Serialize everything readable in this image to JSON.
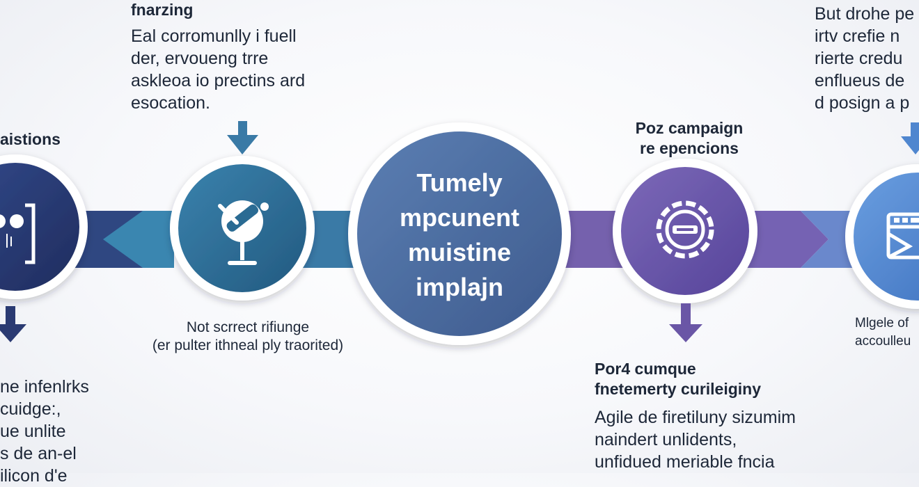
{
  "colors": {
    "navy": "#2a3a72",
    "steel_blue": "#2f6e95",
    "center_blue": "#4a6a9c",
    "purple": "#6a56a6",
    "sky_blue": "#4f86cf"
  },
  "steps": [
    {
      "title": "aistions",
      "icon": "device-icon",
      "body": [
        "ne infenlrks",
        "cuidge:,",
        "ue unlite",
        "s de an-el",
        "ilicon d'e"
      ]
    },
    {
      "title": "fnarzing",
      "icon": "telescope-icon",
      "body": [
        "Eal corromunlly i fuell",
        "der, ervoueng trre",
        "askleoa io prectins ard",
        "esocation."
      ],
      "caption": [
        "Not scrrect rifiunge",
        "(er pulter ithneal ply traorited)"
      ]
    },
    {
      "title": "Tumely",
      "lines": [
        "Tumely",
        "mpcunent",
        "muistine",
        "implajn"
      ]
    },
    {
      "title": "Poz campaign",
      "subtitle": "re epencions",
      "icon": "gear-icon",
      "heading": [
        "Por4 cumque",
        "fnetemerty curileiginy"
      ],
      "body": [
        "Agile de firetiluny sizumim",
        "naindert unlidents,",
        "unfidued meriable fncia"
      ]
    },
    {
      "title": "But drohe pe",
      "icon": "window-icon",
      "body": [
        "But drohe pe",
        "irtv crefie n",
        "rierte credu",
        "enflueus de",
        "d posign a p"
      ],
      "caption": [
        "Mlgele of",
        "accoulleu"
      ]
    }
  ]
}
